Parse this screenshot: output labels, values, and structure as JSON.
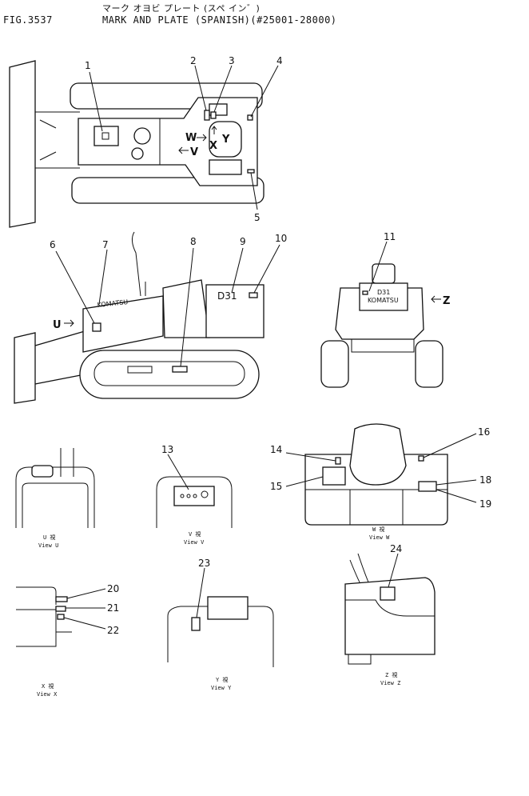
{
  "header": {
    "fig_label": "FIG.3537",
    "title_jp": "マーク オヨビ プレート (スペ イン゛)",
    "title_en": "MARK AND PLATE (SPANISH)(#25001-28000)"
  },
  "callouts": [
    "1",
    "2",
    "3",
    "4",
    "5",
    "6",
    "7",
    "8",
    "9",
    "10",
    "11",
    "13",
    "14",
    "15",
    "16",
    "18",
    "19",
    "20",
    "21",
    "22",
    "23",
    "24"
  ],
  "view_markers": {
    "w": "W",
    "v": "V",
    "x": "X",
    "y": "Y",
    "u": "U",
    "z": "Z"
  },
  "plate_text": {
    "model": "D31",
    "brand": "KOMATSU",
    "brand_side": "KOMATSU"
  },
  "views": {
    "u": {
      "jp": "U  視",
      "en": "View  U"
    },
    "v": {
      "jp": "V  視",
      "en": "View  V"
    },
    "w": {
      "jp": "W  視",
      "en": "View  W"
    },
    "x": {
      "jp": "X  視",
      "en": "View  X"
    },
    "y": {
      "jp": "Y  視",
      "en": "View  Y"
    },
    "z": {
      "jp": "Z  視",
      "en": "View  Z"
    }
  }
}
